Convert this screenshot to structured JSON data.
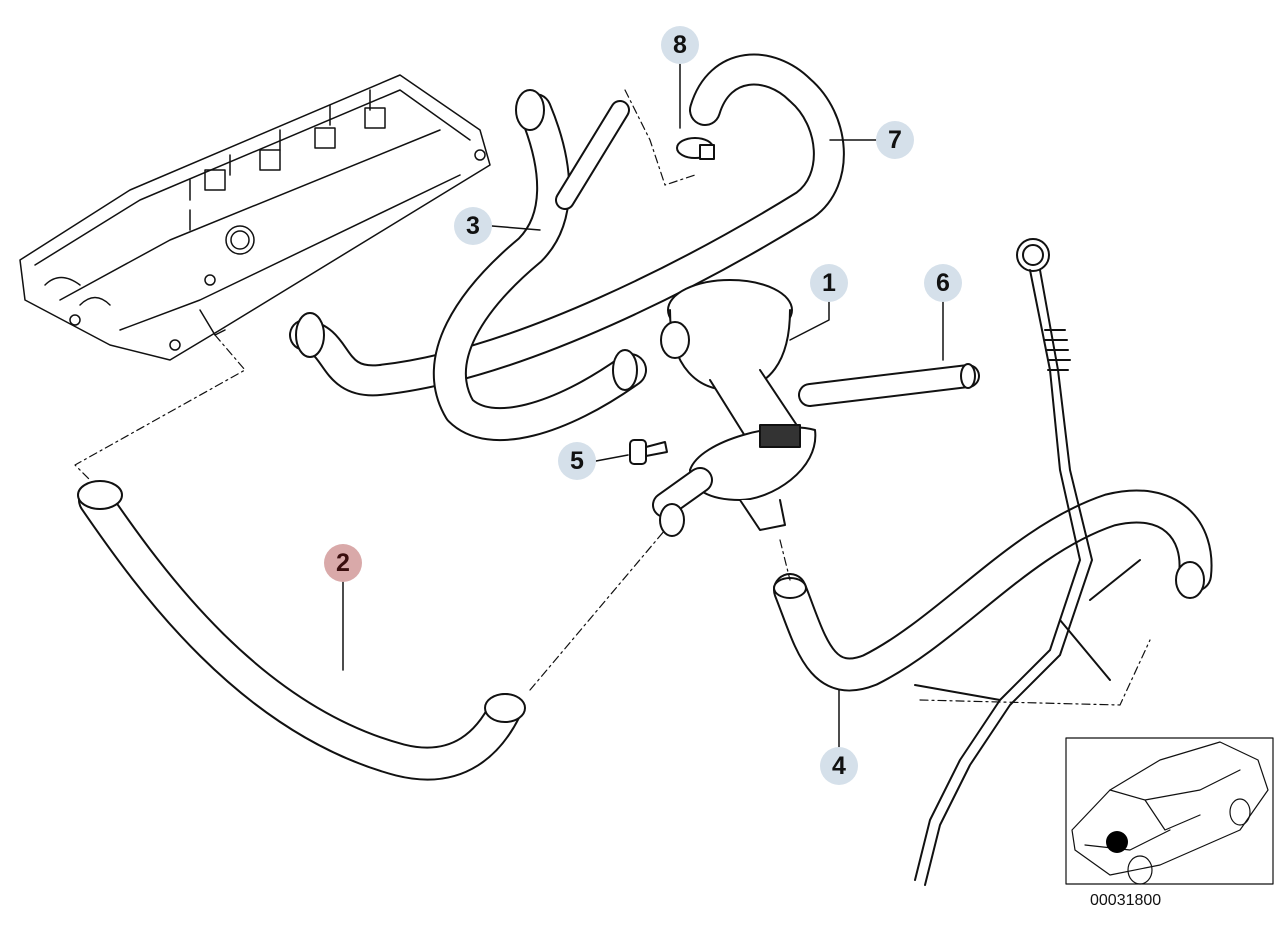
{
  "diagram": {
    "callouts": [
      {
        "id": "8",
        "label": "8",
        "selected": false
      },
      {
        "id": "7",
        "label": "7",
        "selected": false
      },
      {
        "id": "3",
        "label": "3",
        "selected": false
      },
      {
        "id": "1",
        "label": "1",
        "selected": false
      },
      {
        "id": "6",
        "label": "6",
        "selected": false
      },
      {
        "id": "5",
        "label": "5",
        "selected": false
      },
      {
        "id": "2",
        "label": "2",
        "selected": true
      },
      {
        "id": "4",
        "label": "4",
        "selected": false
      }
    ],
    "diagram_code": "00031800",
    "colors": {
      "callout": "#d5e0ea",
      "callout_selected": "#d9a9a9"
    }
  }
}
